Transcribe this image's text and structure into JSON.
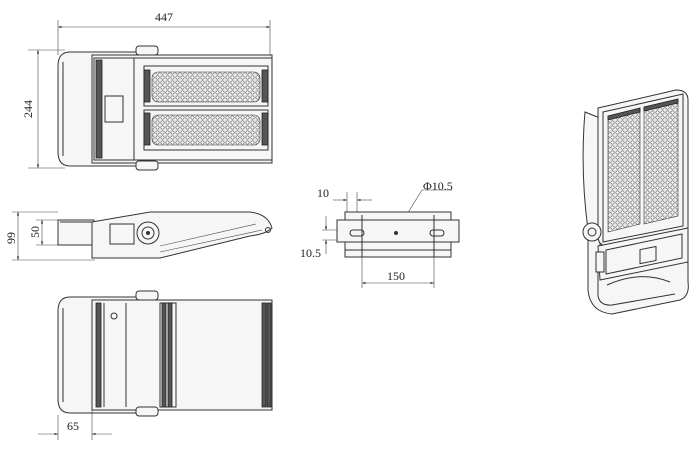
{
  "dimensions": {
    "top_width": "447",
    "top_height": "244",
    "side_height_total": "99",
    "side_height_inner": "50",
    "bracket_offset": "10",
    "hole_diameter": "Φ10.5",
    "bracket_edge": "10.5",
    "bracket_span": "150",
    "rear_offset": "65"
  }
}
